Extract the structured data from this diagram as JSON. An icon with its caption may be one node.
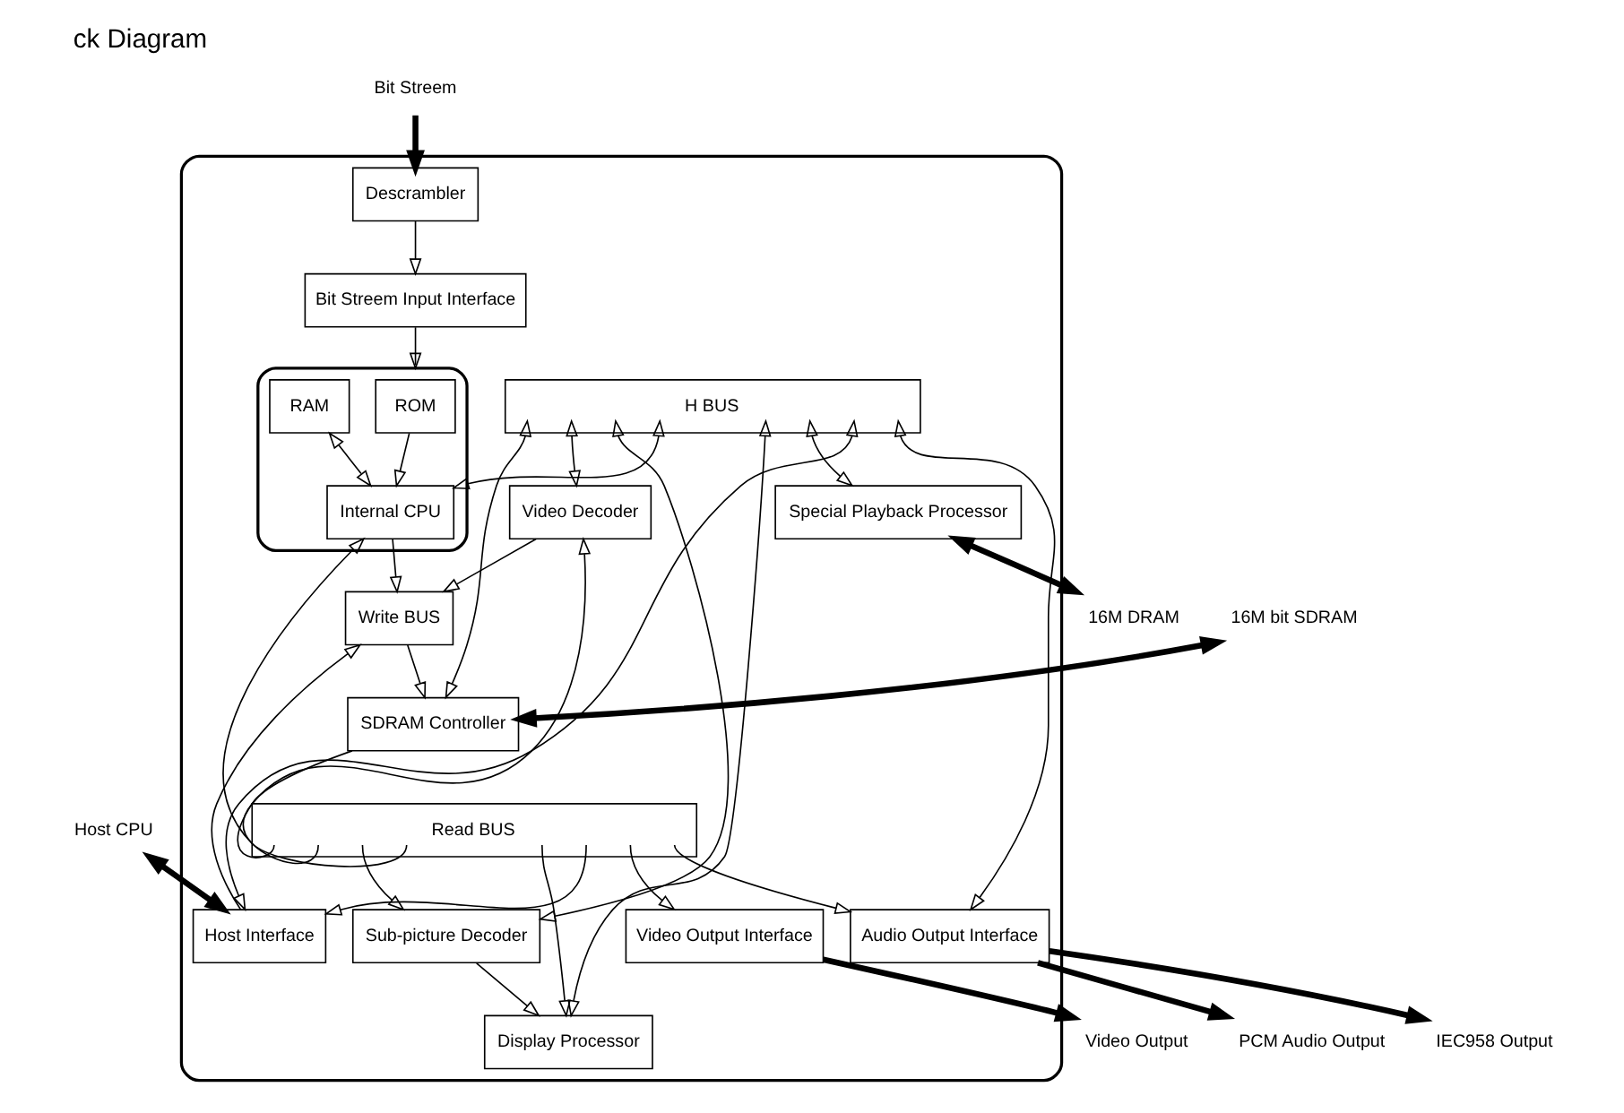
{
  "diagram": {
    "title": "ck Diagram",
    "nodes": [
      {
        "text": [],
        "shape": "box"
      },
      {
        "text": [
          "Descrambler"
        ],
        "in": 0
      },
      {
        "text": [
          "Bit Streem Input Interface"
        ],
        "in": 0
      },
      {
        "text": [],
        "shape": "box",
        "in": 0
      },
      {
        "text": [
          "ROM"
        ],
        "in": 3
      },
      {
        "text": [
          "RAM"
        ],
        "in": 3
      },
      {
        "text": [
          "Internal CPU"
        ],
        "in": 3
      },
      {
        "text": [
          "Host Interface"
        ],
        "in": 0
      },
      {
        "text": [
          "SDRAM Controller"
        ],
        "in": 0
      },
      {
        "text": [
          "Video Decoder"
        ],
        "in": 0
      },
      {
        "text": [
          "Sub-picture Decoder"
        ],
        "in": 0
      },
      {
        "text": [
          "Display Processor"
        ],
        "in": 0
      },
      {
        "text": [
          "Special Playback Processor"
        ],
        "in": 0
      },
      {
        "text": [
          "Video Output Interface"
        ],
        "in": 0
      },
      {
        "text": [
          "Audio Output Interface"
        ],
        "in": 0
      },
      {
        "text": [
          "H BUS"
        ],
        "in": 0
      },
      {
        "text": [
          "Write BUS"
        ],
        "in": 0
      },
      {
        "text": [
          "Read BUS"
        ],
        "in": 0
      },
      {
        "text": [
          "Bit Streem"
        ]
      },
      {
        "text": [
          "16M bit SDRAM"
        ]
      },
      {
        "text": [
          "Host CPU"
        ]
      },
      {
        "text": [
          "16M DRAM"
        ]
      },
      {
        "text": [
          "Video Output"
        ]
      },
      {
        "text": [
          "PCM Audio Output"
        ]
      },
      {
        "text": [
          "IEC958 Output"
        ]
      }
    ],
    "edges": [
      {
        "from": 18,
        "to": 1,
        "arrow": "to",
        "style": "thick"
      },
      {
        "from": 19,
        "to": 8,
        "arrow": "both",
        "style": "thick"
      },
      {
        "from": 20,
        "to": 7,
        "arrow": "both",
        "style": "thick"
      },
      {
        "from": 1,
        "to": 2,
        "arrow": "to"
      },
      {
        "from": 2,
        "to": 3,
        "arrow": "to"
      },
      {
        "from": 4,
        "to": 6,
        "arrow": "to"
      },
      {
        "from": 5,
        "to": 6,
        "arrow": "both"
      },
      {
        "from": 8,
        "to": 15,
        "arrow": "both"
      },
      {
        "from": 16,
        "to": 8,
        "arrow": "to"
      },
      {
        "from": 8,
        "to": 17,
        "arrow": "none"
      },
      {
        "from": 17,
        "to": 9,
        "arrow": "to"
      },
      {
        "from": 9,
        "to": 16,
        "arrow": "to"
      },
      {
        "from": 15,
        "to": 9,
        "arrow": "both"
      },
      {
        "from": 17,
        "to": 10,
        "arrow": "to"
      },
      {
        "from": 15,
        "to": 10,
        "arrow": "both"
      },
      {
        "from": 10,
        "to": 11,
        "arrow": "to"
      },
      {
        "from": 17,
        "to": 6,
        "arrow": "to"
      },
      {
        "from": 6,
        "to": 16,
        "arrow": "to"
      },
      {
        "from": 6,
        "to": 15,
        "arrow": "both"
      },
      {
        "from": 17,
        "to": 11,
        "arrow": "to"
      },
      {
        "from": 15,
        "to": 11,
        "arrow": "both"
      },
      {
        "from": 15,
        "to": 12,
        "arrow": "both"
      },
      {
        "from": 12,
        "to": 21,
        "arrow": "both",
        "style": "thick"
      },
      {
        "from": 17,
        "to": 7,
        "arrow": "to"
      },
      {
        "from": 7,
        "to": 16,
        "arrow": "to"
      },
      {
        "from": 7,
        "to": 15,
        "arrow": "both"
      },
      {
        "from": 17,
        "to": 13,
        "arrow": "to"
      },
      {
        "from": 13,
        "to": 22,
        "arrow": "to",
        "style": "thick"
      },
      {
        "from": 17,
        "to": 14,
        "arrow": "to"
      },
      {
        "from": 15,
        "to": 14,
        "arrow": "both"
      },
      {
        "from": 14,
        "to": 23,
        "arrow": "to",
        "style": "thick"
      },
      {
        "from": 14,
        "to": 24,
        "arrow": "to",
        "style": "thick"
      }
    ]
  }
}
